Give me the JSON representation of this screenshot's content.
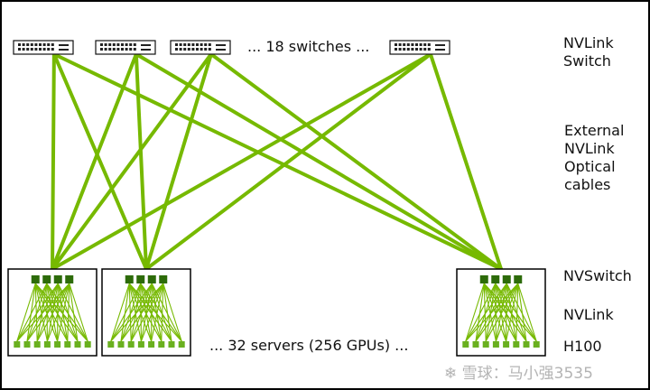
{
  "frame": {
    "border_color": "#000000"
  },
  "colors": {
    "link": "#76b900",
    "nvswitch_chip": "#2d6b0a",
    "gpu_chip": "#6ab01f",
    "box_border": "#000000"
  },
  "top": {
    "ellipsis": "... 18 switches ..."
  },
  "bottom": {
    "ellipsis": "... 32 servers (256 GPUs) ..."
  },
  "labels": {
    "nvlink_switch": [
      "NVLink",
      "Switch"
    ],
    "external": [
      "External",
      "NVLink",
      "Optical",
      "cables"
    ],
    "nvswitch": "NVSwitch",
    "nvlink": "NVLink",
    "h100": "H100"
  },
  "watermark": {
    "text": "雪球：马小强3535",
    "icon": "snowball-logo-icon"
  },
  "switches": [
    {
      "name": "nvlink-switch-1",
      "icon": "network-switch-icon"
    },
    {
      "name": "nvlink-switch-2",
      "icon": "network-switch-icon"
    },
    {
      "name": "nvlink-switch-3",
      "icon": "network-switch-icon"
    },
    {
      "name": "nvlink-switch-18",
      "icon": "network-switch-icon"
    }
  ],
  "servers": [
    {
      "name": "server-1",
      "nvswitch_chips": 4,
      "gpus": 8
    },
    {
      "name": "server-2",
      "nvswitch_chips": 4,
      "gpus": 8
    },
    {
      "name": "server-32",
      "nvswitch_chips": 4,
      "gpus": 8
    }
  ]
}
